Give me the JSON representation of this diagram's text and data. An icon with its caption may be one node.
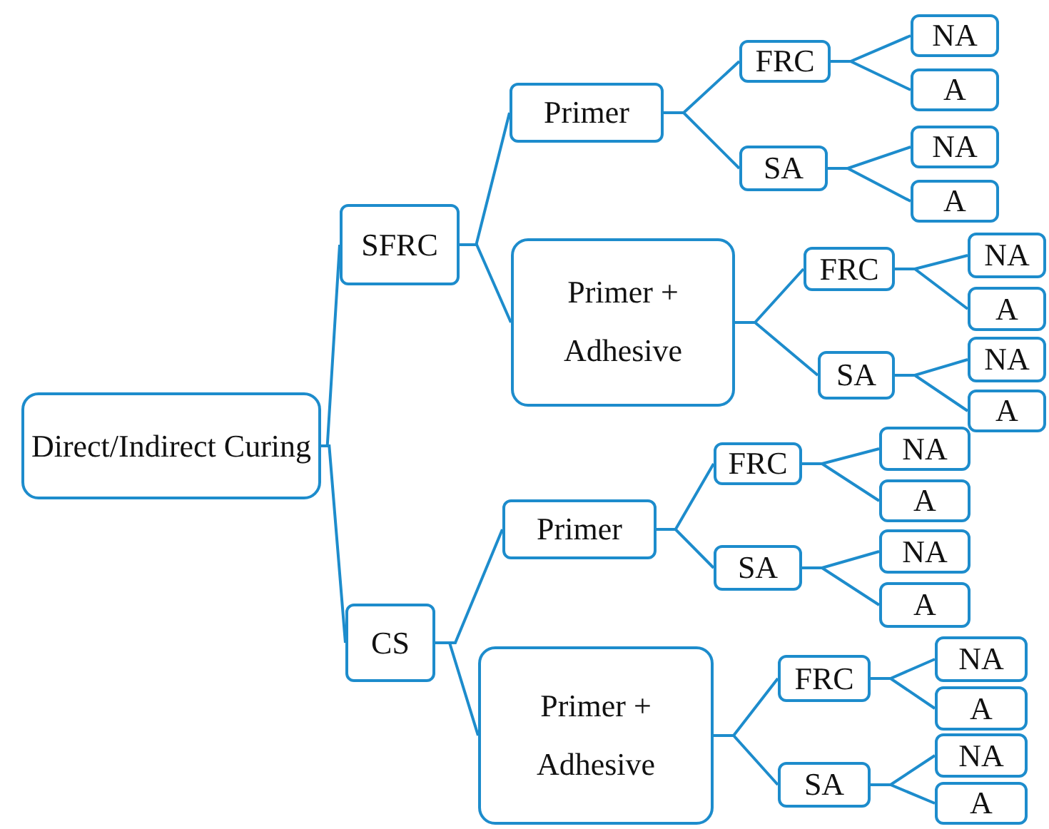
{
  "diagram": {
    "nodes": [
      {
        "text": [
          "Direct/Indirect Curing"
        ]
      },
      {
        "text": [
          "SFRC"
        ]
      },
      {
        "text": [
          "Primer"
        ]
      },
      {
        "text": [
          "FRC"
        ]
      },
      {
        "text": [
          "NA"
        ]
      },
      {
        "text": [
          "A"
        ]
      },
      {
        "text": [
          "SA"
        ]
      },
      {
        "text": [
          "NA"
        ]
      },
      {
        "text": [
          "A"
        ]
      },
      {
        "text": [
          "Primer + Adhesive"
        ]
      },
      {
        "text": [
          "FRC"
        ]
      },
      {
        "text": [
          "NA"
        ]
      },
      {
        "text": [
          "A"
        ]
      },
      {
        "text": [
          "SA"
        ]
      },
      {
        "text": [
          "NA"
        ]
      },
      {
        "text": [
          "A"
        ]
      },
      {
        "text": [
          "CS"
        ]
      },
      {
        "text": [
          "Primer"
        ]
      },
      {
        "text": [
          "FRC"
        ]
      },
      {
        "text": [
          "NA"
        ]
      },
      {
        "text": [
          "A"
        ]
      },
      {
        "text": [
          "SA"
        ]
      },
      {
        "text": [
          "NA"
        ]
      },
      {
        "text": [
          "A"
        ]
      },
      {
        "text": [
          "Primer + Adhesive"
        ]
      },
      {
        "text": [
          "FRC"
        ]
      },
      {
        "text": [
          "NA"
        ]
      },
      {
        "text": [
          "A"
        ]
      },
      {
        "text": [
          "SA"
        ]
      },
      {
        "text": [
          "NA"
        ]
      },
      {
        "text": [
          "A"
        ]
      }
    ],
    "edges": [
      {
        "from": 0,
        "to": 1,
        "arrow": "none"
      },
      {
        "from": 1,
        "to": 2,
        "arrow": "none"
      },
      {
        "from": 2,
        "to": 3,
        "arrow": "none"
      },
      {
        "from": 3,
        "to": 4,
        "arrow": "none"
      },
      {
        "from": 3,
        "to": 5,
        "arrow": "none"
      },
      {
        "from": 2,
        "to": 6,
        "arrow": "none"
      },
      {
        "from": 6,
        "to": 7,
        "arrow": "none"
      },
      {
        "from": 6,
        "to": 8,
        "arrow": "none"
      },
      {
        "from": 1,
        "to": 9,
        "arrow": "none"
      },
      {
        "from": 9,
        "to": 10,
        "arrow": "none"
      },
      {
        "from": 10,
        "to": 11,
        "arrow": "none"
      },
      {
        "from": 10,
        "to": 12,
        "arrow": "none"
      },
      {
        "from": 9,
        "to": 13,
        "arrow": "none"
      },
      {
        "from": 13,
        "to": 14,
        "arrow": "none"
      },
      {
        "from": 13,
        "to": 15,
        "arrow": "none"
      },
      {
        "from": 0,
        "to": 16,
        "arrow": "none"
      },
      {
        "from": 16,
        "to": 17,
        "arrow": "none"
      },
      {
        "from": 17,
        "to": 18,
        "arrow": "none"
      },
      {
        "from": 18,
        "to": 19,
        "arrow": "none"
      },
      {
        "from": 18,
        "to": 20,
        "arrow": "none"
      },
      {
        "from": 17,
        "to": 21,
        "arrow": "none"
      },
      {
        "from": 21,
        "to": 22,
        "arrow": "none"
      },
      {
        "from": 21,
        "to": 23,
        "arrow": "none"
      },
      {
        "from": 16,
        "to": 24,
        "arrow": "none"
      },
      {
        "from": 24,
        "to": 25,
        "arrow": "none"
      },
      {
        "from": 25,
        "to": 26,
        "arrow": "none"
      },
      {
        "from": 25,
        "to": 27,
        "arrow": "none"
      },
      {
        "from": 24,
        "to": 28,
        "arrow": "none"
      },
      {
        "from": 28,
        "to": 29,
        "arrow": "none"
      },
      {
        "from": 28,
        "to": 30,
        "arrow": "none"
      }
    ]
  }
}
